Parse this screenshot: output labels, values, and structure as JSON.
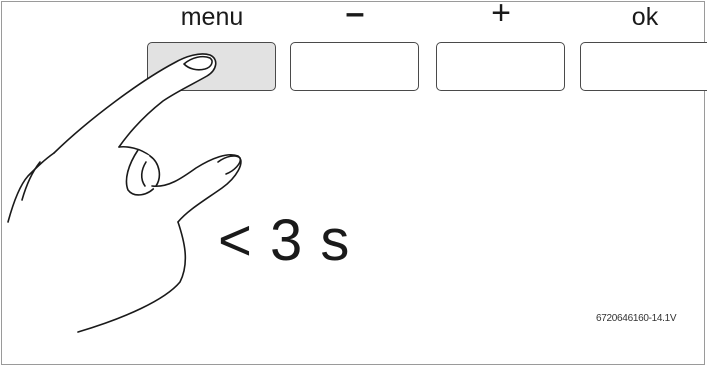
{
  "keys": [
    {
      "id": "menu",
      "label": "menu",
      "pressed": true
    },
    {
      "id": "minus",
      "label": "–",
      "pressed": false
    },
    {
      "id": "plus",
      "label": "+",
      "pressed": false
    },
    {
      "id": "ok",
      "label": "ok",
      "pressed": false
    }
  ],
  "press_duration": "< 3 s",
  "drawing_code": "6720646160-14.1V",
  "colors": {
    "pressed_key_fill": "#e2e2e2",
    "line": "#1a1a1a"
  },
  "icons": [
    "pointing-hand-icon"
  ]
}
